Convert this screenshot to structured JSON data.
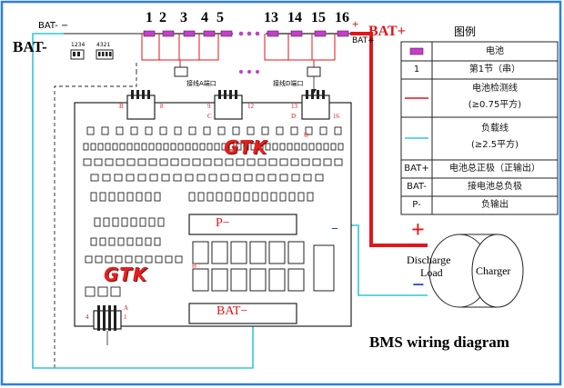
{
  "labels": {
    "bat_minus_small": "BAT- −",
    "bat_minus_big": "BAT-",
    "cell_numbers": [
      "1",
      "2",
      "3",
      "4",
      "5",
      "13",
      "14",
      "15",
      "16"
    ],
    "plus_sign": "+",
    "bat_plus_big": "BAT+",
    "bat_plus_small": "BAT+",
    "dip_left": "1234",
    "dip_right": "4321",
    "port_a": "接线A端口",
    "port_d": "接线D端口",
    "conn_b_left": "B",
    "conn_b_right": "8",
    "conn_c_left": "9",
    "conn_c_mid": "C",
    "conn_c_right": "12",
    "conn_d_left": "13",
    "conn_d_mid": "D",
    "conn_d_right": "16",
    "conn_a_left": "4",
    "conn_a_top": "A",
    "conn_a_bottom": "1",
    "logo_text": "GTK",
    "logo_reg": "®",
    "p_minus_box": "P−",
    "bat_minus_box": "BAT−",
    "load_plus": "+",
    "load_minus": "−",
    "board_minus": "−",
    "discharge": "Discharge",
    "load": "Load",
    "charger": "Charger",
    "caption": "BMS wiring diagram"
  },
  "legend": {
    "title": "图例",
    "rows": [
      {
        "symbol_text": "",
        "symbol": "cell",
        "desc": "电池"
      },
      {
        "symbol_text": "1",
        "symbol": "text",
        "desc": "第1节（串）"
      },
      {
        "symbol_text": "",
        "symbol": "red-line",
        "desc": "电池检测线",
        "desc2": "(≥0.75平方)"
      },
      {
        "symbol_text": "",
        "symbol": "cyan-line",
        "desc": "负载线",
        "desc2": "(≥2.5平方)"
      },
      {
        "symbol_text": "BAT+",
        "symbol": "text",
        "desc": "电池总正极（正输出）"
      },
      {
        "symbol_text": "BAT-",
        "symbol": "text",
        "desc": "接电池总负极"
      },
      {
        "symbol_text": "P-",
        "symbol": "text",
        "desc": "负输出"
      }
    ]
  },
  "colors": {
    "cell_fill": "#c33fc9",
    "sense_wire": "#e0161a",
    "load_wire": "#31c7d8",
    "frame": "#2e7de0",
    "board_line": "#222222"
  }
}
